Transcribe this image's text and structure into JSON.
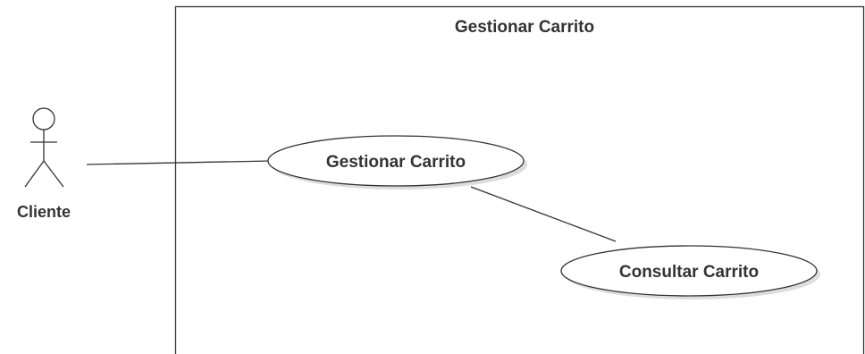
{
  "system_boundary": {
    "title": "Gestionar Carrito"
  },
  "actors": [
    {
      "id": "cliente",
      "label": "Cliente"
    }
  ],
  "use_cases": [
    {
      "id": "gestionar",
      "label": "Gestionar Carrito"
    },
    {
      "id": "consultar",
      "label": "Consultar Carrito"
    }
  ],
  "associations": [
    {
      "from": "cliente",
      "to": "gestionar"
    },
    {
      "from": "gestionar",
      "to": "consultar"
    }
  ],
  "colors": {
    "stroke": "#333333",
    "usecase_fill": "#ffffff",
    "usecase_shadow": "#dddddd",
    "text": "#333333"
  }
}
